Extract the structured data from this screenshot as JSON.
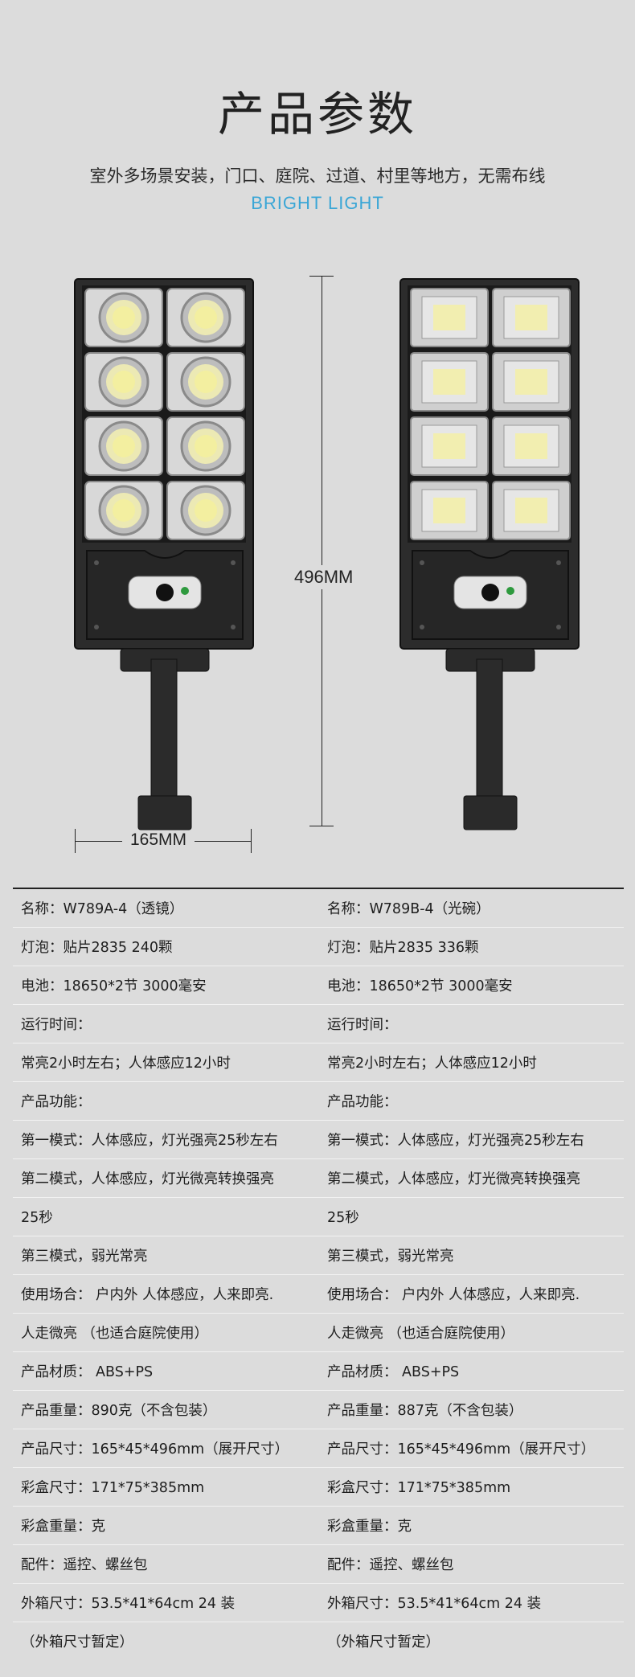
{
  "header": {
    "title": "产品参数",
    "subtitle": "室外多场景安装，门口、庭院、过道、村里等地方，无需布线",
    "tagline": "BRIGHT LIGHT"
  },
  "dimensions": {
    "height_label": "496MM",
    "width_label": "165MM"
  },
  "specs": {
    "rows": [
      {
        "left": "名称：W789A-4（透镜）",
        "right": "名称：W789B-4（光碗）"
      },
      {
        "left": "灯泡：贴片2835  240颗",
        "right": "灯泡：贴片2835  336颗"
      },
      {
        "left": "电池：18650*2节  3000毫安",
        "right": "电池：18650*2节  3000毫安"
      },
      {
        "left": "运行时间：",
        "right": "运行时间："
      },
      {
        "left": "常亮2小时左右；人体感应12小时",
        "right": "常亮2小时左右；人体感应12小时"
      },
      {
        "left": "产品功能：",
        "right": "产品功能："
      },
      {
        "left": "第一模式：人体感应，灯光强亮25秒左右",
        "right": "第一模式：人体感应，灯光强亮25秒左右"
      },
      {
        "left": "第二模式，人体感应，灯光微亮转换强亮",
        "right": "第二模式，人体感应，灯光微亮转换强亮"
      },
      {
        "left": "25秒",
        "right": "25秒"
      },
      {
        "left": "第三模式，弱光常亮",
        "right": "第三模式，弱光常亮"
      },
      {
        "left": "使用场合： 户内外  人体感应，人来即亮.",
        "right": "使用场合： 户内外  人体感应，人来即亮."
      },
      {
        "left": "人走微亮 （也适合庭院使用）",
        "right": "人走微亮 （也适合庭院使用）"
      },
      {
        "left": "产品材质： ABS+PS",
        "right": "产品材质： ABS+PS"
      },
      {
        "left": "产品重量：890克（不含包装）",
        "right": "产品重量：887克（不含包装）"
      },
      {
        "left": "产品尺寸：165*45*496mm（展开尺寸）",
        "right": "产品尺寸：165*45*496mm（展开尺寸）"
      },
      {
        "left": "彩盒尺寸：171*75*385mm",
        "right": "彩盒尺寸：171*75*385mm"
      },
      {
        "left": "彩盒重量：克",
        "right": "彩盒重量：克"
      },
      {
        "left": "配件：遥控、螺丝包",
        "right": "配件：遥控、螺丝包"
      },
      {
        "left": "外箱尺寸：53.5*41*64cm  24 装",
        "right": "外箱尺寸：53.5*41*64cm  24 装"
      },
      {
        "left": "（外箱尺寸暂定）",
        "right": "（外箱尺寸暂定）"
      }
    ]
  }
}
